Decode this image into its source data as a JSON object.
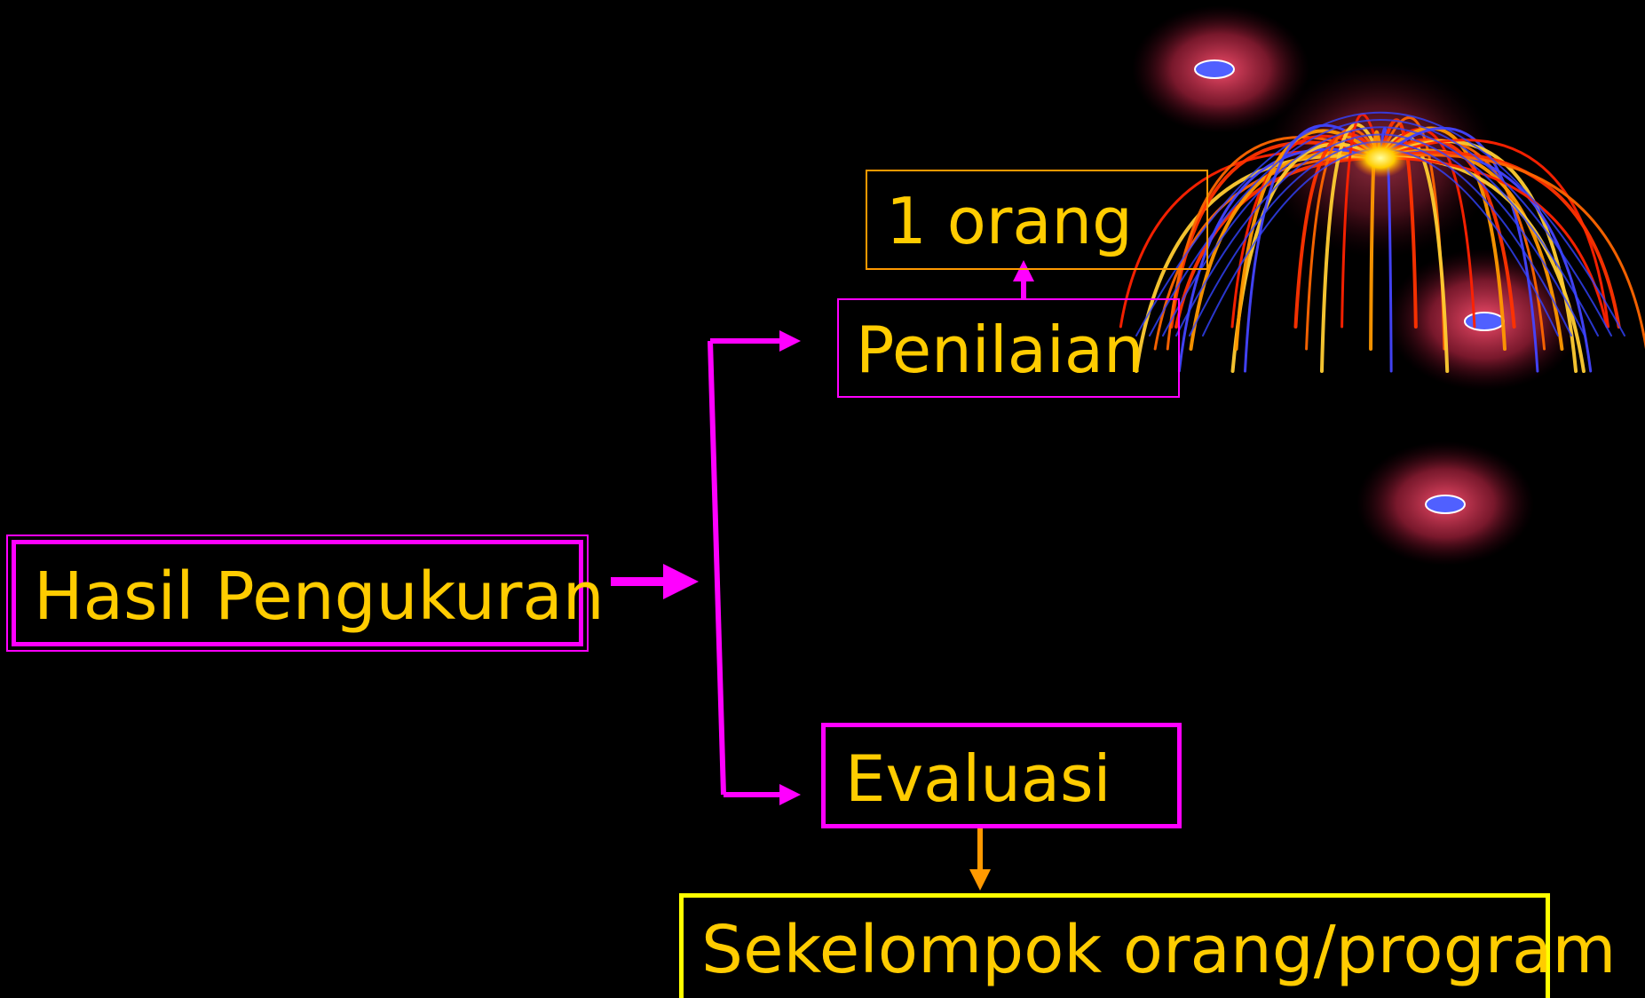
{
  "colors": {
    "background": "#000000",
    "text": "#FFCC00",
    "magenta": "#FF00FF",
    "orange": "#FF9900",
    "yellow": "#FFFF00"
  },
  "nodes": {
    "hasil_pengukuran": "Hasil Pengukuran",
    "penilaian": "Penilaian",
    "satu_orang": "1 orang",
    "evaluasi": "Evaluasi",
    "sekelompok": "Sekelompok orang/program"
  },
  "decoration": {
    "icon": "fireworks-icon"
  }
}
